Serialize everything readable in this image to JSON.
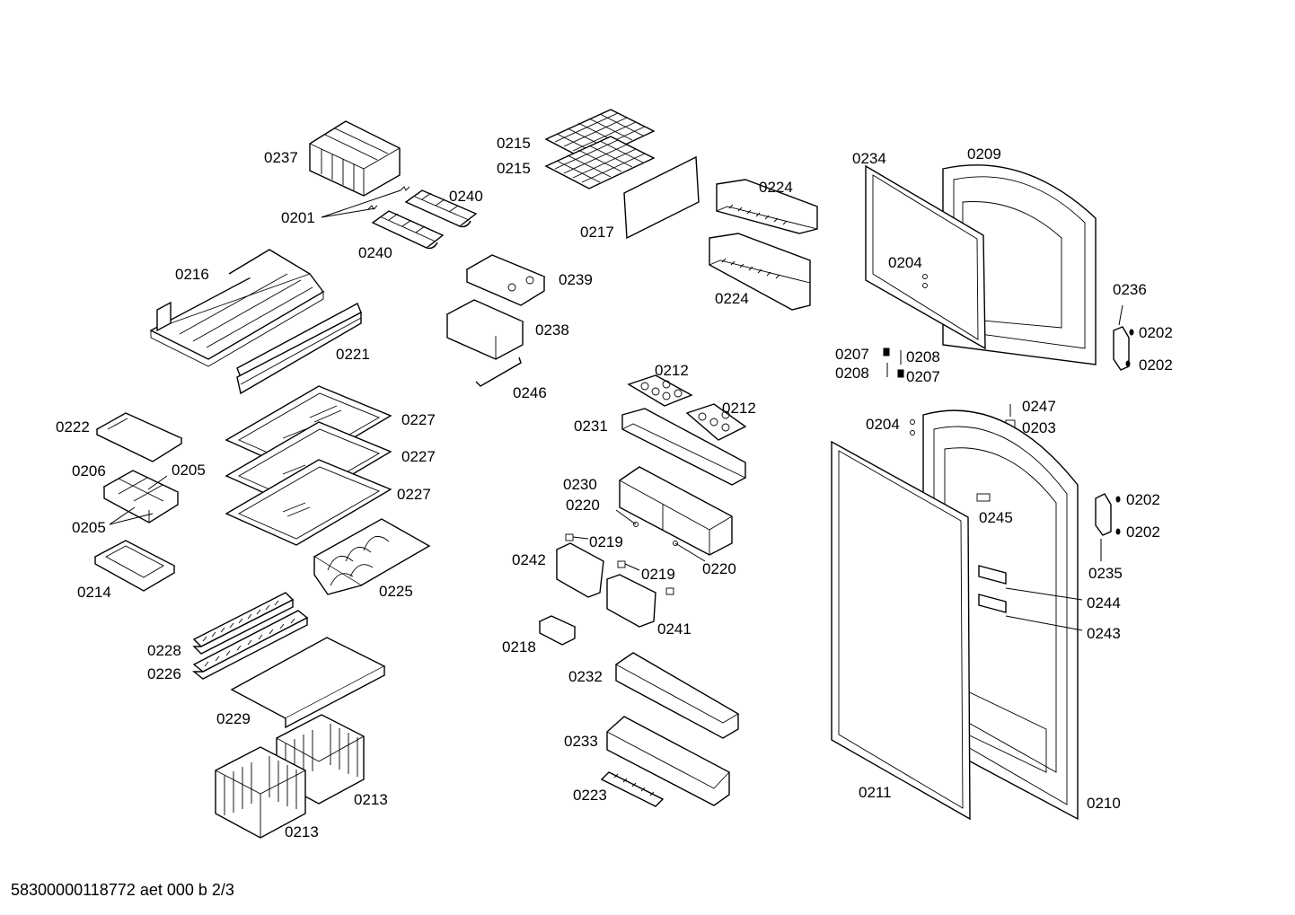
{
  "footer_text": "58300000118772 aet 000 b 2/3",
  "callouts": {
    "c0237": "0237",
    "c0201": "0201",
    "c0240a": "0240",
    "c0240b": "0240",
    "c0216": "0216",
    "c0221": "0221",
    "c0222": "0222",
    "c0206": "0206",
    "c0205a": "0205",
    "c0205b": "0205",
    "c0214": "0214",
    "c0227a": "0227",
    "c0227b": "0227",
    "c0227c": "0227",
    "c0225": "0225",
    "c0228": "0228",
    "c0226": "0226",
    "c0229": "0229",
    "c0213a": "0213",
    "c0213b": "0213",
    "c0215a": "0215",
    "c0215b": "0215",
    "c0217": "0217",
    "c0239": "0239",
    "c0238": "0238",
    "c0246": "0246",
    "c0224a": "0224",
    "c0224b": "0224",
    "c0212a": "0212",
    "c0212b": "0212",
    "c0231": "0231",
    "c0230": "0230",
    "c0220a": "0220",
    "c0220b": "0220",
    "c0219a": "0219",
    "c0219b": "0219",
    "c0242": "0242",
    "c0241": "0241",
    "c0218": "0218",
    "c0232": "0232",
    "c0233": "0233",
    "c0223": "0223",
    "c0234": "0234",
    "c0209": "0209",
    "c0204a": "0204",
    "c0204b": "0204",
    "c0236": "0236",
    "c0202a": "0202",
    "c0202b": "0202",
    "c0202c": "0202",
    "c0202d": "0202",
    "c0207a": "0207",
    "c0207b": "0207",
    "c0208a": "0208",
    "c0208b": "0208",
    "c0247": "0247",
    "c0203": "0203",
    "c0245": "0245",
    "c0235": "0235",
    "c0244": "0244",
    "c0243": "0243",
    "c0211": "0211",
    "c0210": "0210"
  }
}
